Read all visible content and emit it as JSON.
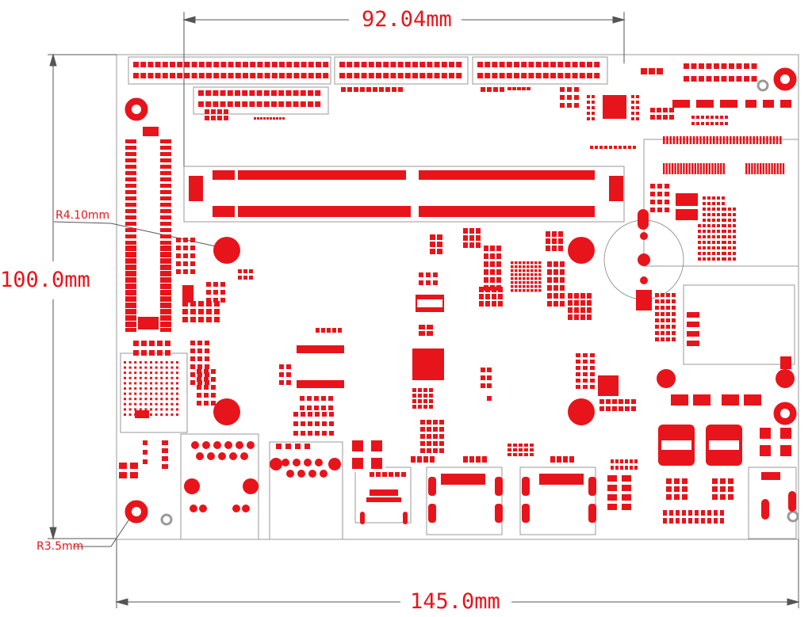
{
  "drawing": {
    "ink_color": "#e8141b",
    "outline_color": "#9a9a9a",
    "dimension_line_color": "#555555"
  },
  "dimensions": {
    "top_spacing": "92.04mm",
    "height": "100.0mm",
    "width": "145.0mm",
    "mount_hole_radius": "R4.10mm",
    "corner_hole_radius": "R3.5mm"
  }
}
